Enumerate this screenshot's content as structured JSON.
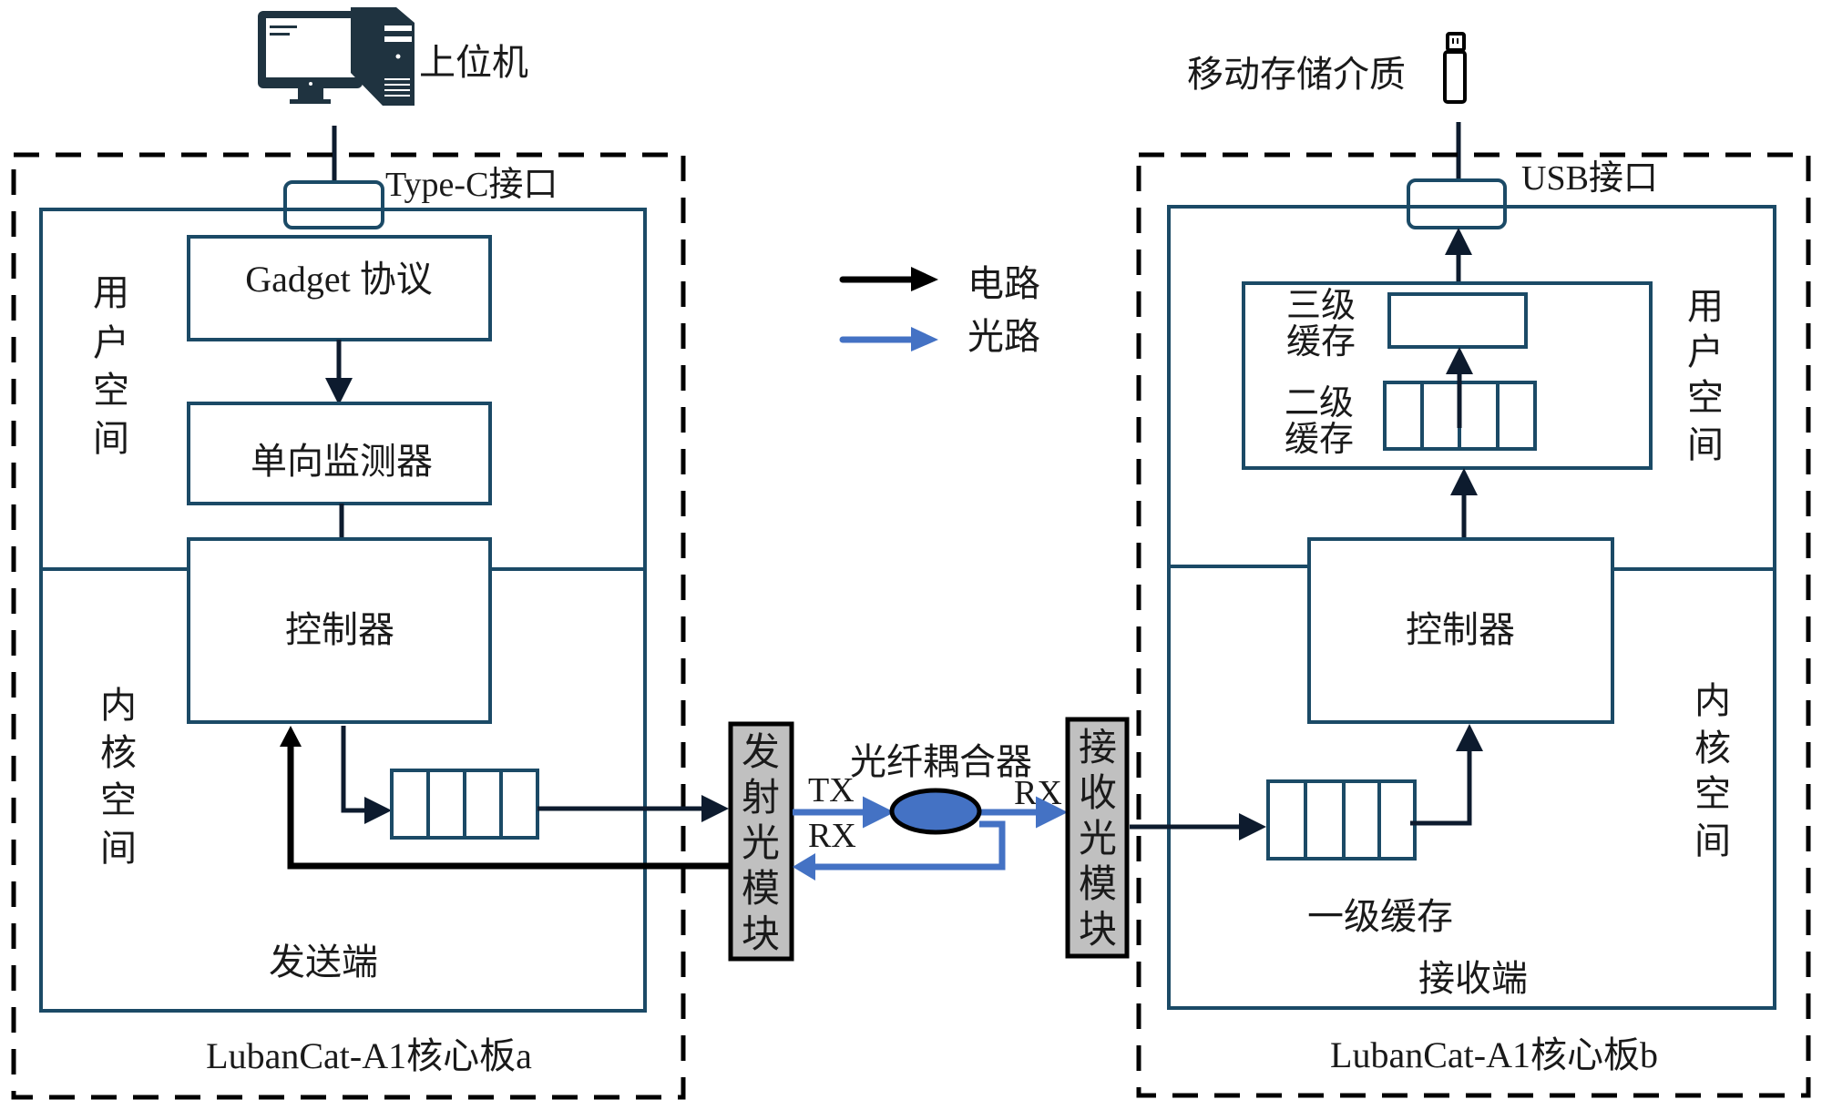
{
  "host": {
    "label": "上位机",
    "icon": "desktop-computer-icon"
  },
  "storage": {
    "label": "移动存储介质",
    "icon": "usb-drive-icon"
  },
  "legend": {
    "items": [
      {
        "label": "电路",
        "color": "#000000"
      },
      {
        "label": "光路",
        "color": "#4472c4"
      }
    ]
  },
  "sender": {
    "board_label": "LubanCat-A1核心板a",
    "port_label": "Type-C接口",
    "user_space": [
      "用",
      "户",
      "空",
      "间"
    ],
    "kernel_space": [
      "内",
      "核",
      "空",
      "间"
    ],
    "gadget_label": "Gadget 协议",
    "monitor_label": "单向监测器",
    "controller_label": "控制器",
    "end_label": "发送端",
    "module_chars": [
      "发",
      "射",
      "光",
      "模",
      "块"
    ]
  },
  "optical": {
    "coupler_label": "光纤耦合器",
    "tx_label": "TX",
    "rx_left_label": "RX",
    "rx_right_label": "RX",
    "link_color": "#4472c4",
    "coupler_color": "#4472c4"
  },
  "receiver": {
    "board_label": "LubanCat-A1核心板b",
    "port_label": "USB接口",
    "user_space": [
      "用",
      "户",
      "空",
      "间"
    ],
    "kernel_space": [
      "内",
      "核",
      "空",
      "间"
    ],
    "l3_cache_label": [
      "三级",
      "缓存"
    ],
    "l2_cache_label": [
      "二级",
      "缓存"
    ],
    "l1_cache_label": "一级缓存",
    "controller_label": "控制器",
    "end_label": "接收端",
    "module_chars": [
      "接",
      "收",
      "光",
      "模",
      "块"
    ]
  },
  "colors": {
    "box_stroke": "#1b4a66",
    "module_fill": "#c0c0c0"
  }
}
